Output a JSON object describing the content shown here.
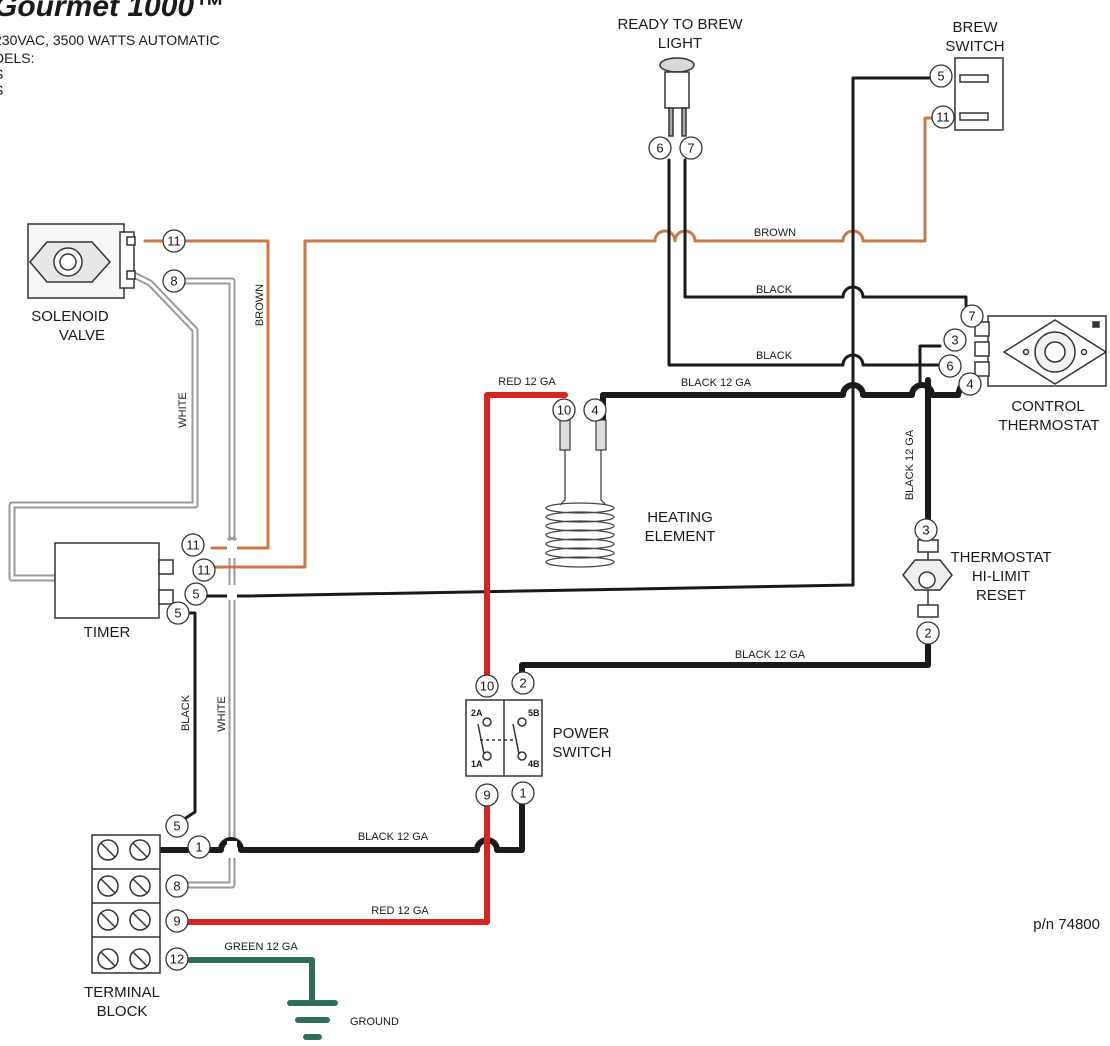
{
  "header": {
    "title": "Gourmet 1000™",
    "line1": "230VAC, 3500 WATTS  AUTOMATIC",
    "line2": "DELS:",
    "line3": "S",
    "line4": "S"
  },
  "components": {
    "ready_light": [
      "READY TO BREW",
      "LIGHT"
    ],
    "brew_switch": [
      "BREW",
      "SWITCH"
    ],
    "solenoid": [
      "SOLENOID",
      "VALVE"
    ],
    "control_thermostat": [
      "CONTROL",
      "THERMOSTAT"
    ],
    "heating_element": [
      "HEATING",
      "ELEMENT"
    ],
    "hi_limit": [
      "THERMOSTAT",
      "HI-LIMIT",
      "RESET"
    ],
    "timer": "TIMER",
    "power_switch": [
      "POWER",
      "SWITCH"
    ],
    "terminal_block": [
      "TERMINAL",
      "BLOCK"
    ],
    "ground": "GROUND"
  },
  "switch_contacts": {
    "a2": "2A",
    "b5": "5B",
    "a1": "1A",
    "b4": "4B"
  },
  "wire_labels": {
    "brown_top": "BROWN",
    "black_1": "BLACK",
    "black_2": "BLACK",
    "black12_top": "BLACK 12 GA",
    "red12_top": "RED 12 GA",
    "brown_vert": "BROWN",
    "white_vert": "WHITE",
    "black12_vert": "BLACK 12 GA",
    "black12_mid": "BLACK 12 GA",
    "black_vert": "BLACK",
    "white_vert2": "WHITE",
    "black12_bottom": "BLACK 12 GA",
    "red12_bottom": "RED 12 GA",
    "green12": "GREEN 12  GA"
  },
  "terminals": {
    "light_6": "6",
    "light_7": "7",
    "brew_5": "5",
    "brew_11": "11",
    "sol_11": "11",
    "sol_8": "8",
    "ct_7": "7",
    "ct_3": "3",
    "ct_6": "6",
    "ct_4": "4",
    "he_10": "10",
    "he_4": "4",
    "hl_3": "3",
    "hl_2": "2",
    "timer_11a": "11",
    "timer_11b": "11",
    "timer_5a": "5",
    "timer_5b": "5",
    "ps_10": "10",
    "ps_2": "2",
    "ps_9": "9",
    "ps_1": "1",
    "tb_5": "5",
    "tb_1": "1",
    "tb_8": "8",
    "tb_9": "9",
    "tb_12": "12"
  },
  "part_number": "p/n 74800",
  "colors": {
    "black_wire": "#1a1a1a",
    "brown_wire": "#c77a45",
    "red_wire": "#d92323",
    "green_wire": "#2f6d5a",
    "white_wire": "#9a9a9a"
  },
  "icons": [
    "hex-nut-icon",
    "ground-symbol-icon",
    "screw-terminal-icon",
    "heating-coil-icon"
  ]
}
